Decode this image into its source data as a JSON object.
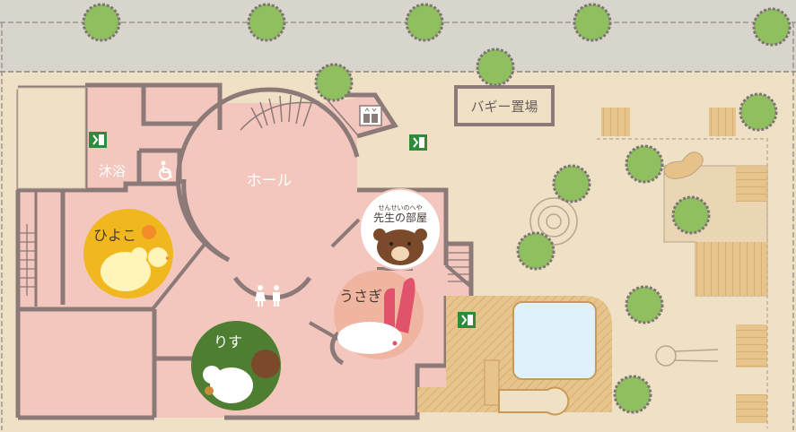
{
  "labels": {
    "hall": "ホール",
    "bath": "沐浴",
    "buggy": "バギー置場",
    "hiyoko": "ひよこ",
    "usagi": "うさぎ",
    "risu": "りす",
    "teacher_ruby": "せんせいのへや",
    "teacher": "先生の部屋"
  },
  "colors": {
    "street": "#d7d5cc",
    "ground": "#efe1c6",
    "building": "#f3c6be",
    "wall": "#8c7a78",
    "deck": "#e6c188",
    "pool": "#dff1fb",
    "tree": "#8fbf5f",
    "tree_edge": "#7f7474",
    "exit": "#2e8b3c",
    "hiyoko_circle": "#f0b81e",
    "usagi_circle": "#f0b5a1",
    "risu_circle": "#4e7e32",
    "teacher_circle": "#ffffff"
  },
  "icons": [
    "tree-icon",
    "exit-sign-icon",
    "elevator-icon",
    "wheelchair-icon",
    "restroom-icon",
    "chick-icon",
    "rabbit-icon",
    "squirrel-icon",
    "bear-icon"
  ]
}
